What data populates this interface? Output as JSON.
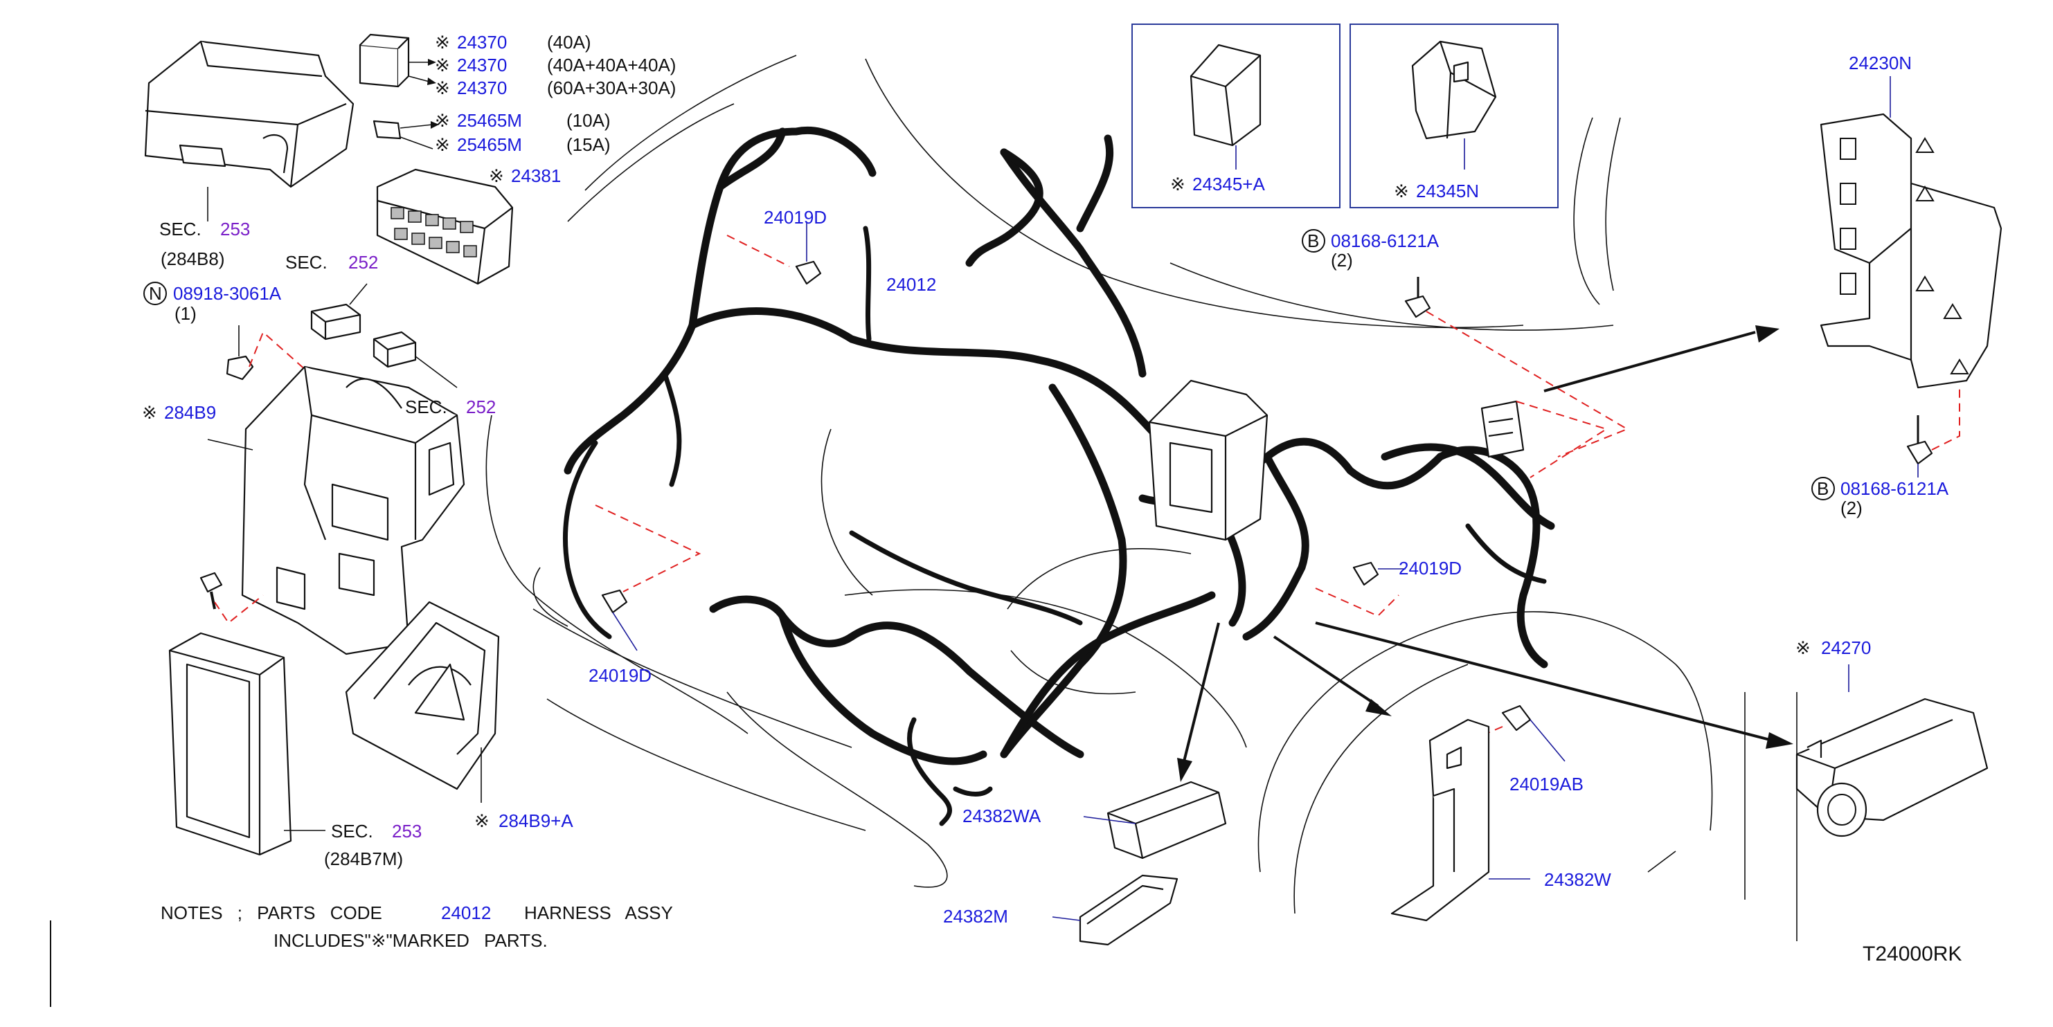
{
  "diagram_code": "T24000RK",
  "mark": "※",
  "notes": {
    "prefix": "NOTES ; PARTS CODE",
    "code": "24012",
    "suffix": "HARNESS ASSY",
    "line2": "INCLUDES\"※\"MARKED PARTS."
  },
  "fuse_list": [
    {
      "num": "24370",
      "spec": "(40A)"
    },
    {
      "num": "24370",
      "spec": "(40A+40A+40A)"
    },
    {
      "num": "24370",
      "spec": "(60A+30A+30A)"
    },
    {
      "num": "25465M",
      "spec": "(10A)"
    },
    {
      "num": "25465M",
      "spec": "(15A)"
    }
  ],
  "labels": {
    "p24381": "24381",
    "sec": "SEC.",
    "sec253": "253",
    "sec252": "252",
    "ref284B8": "(284B8)",
    "ref284B7M": "(284B7M)",
    "p08918": "08918-3061A",
    "qty1": "(1)",
    "circleN": "N",
    "circleB": "B",
    "p284B9": "284B9",
    "p284B9A": "284B9+A",
    "p24019D": "24019D",
    "p24012": "24012",
    "p24345A": "24345+A",
    "p24345N": "24345N",
    "p08168": "08168-6121A",
    "qty2": "(2)",
    "p24230N": "24230N",
    "p24270": "24270",
    "p24019AB": "24019AB",
    "p24382WA": "24382WA",
    "p24382M": "24382M",
    "p24382W": "24382W"
  },
  "colors": {
    "part_number": "#1a1adc",
    "section_number": "#7a1fc8",
    "text": "#111111",
    "install_dash": "#e02020"
  }
}
